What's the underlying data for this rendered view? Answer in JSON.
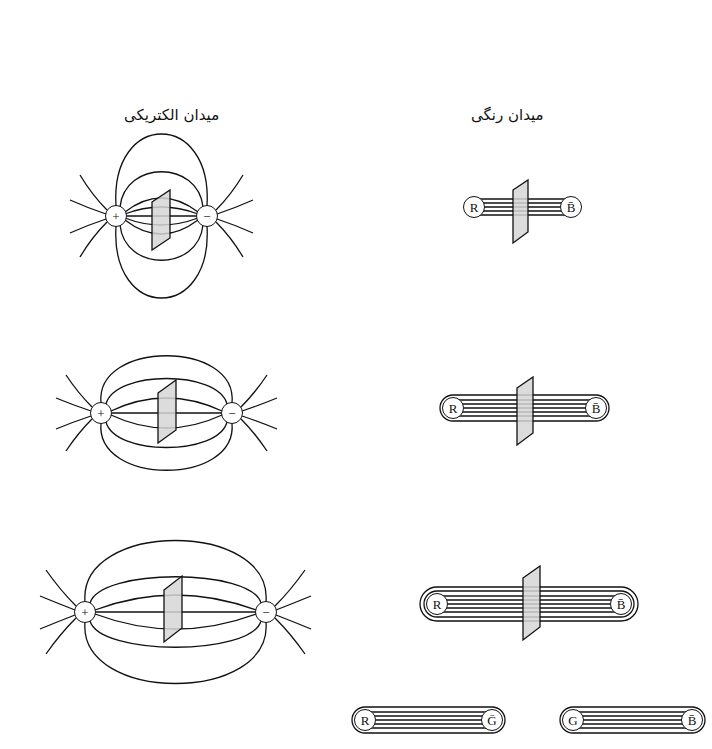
{
  "diagram": {
    "nodes": [
      {
        "text": [
          "+"
        ]
      },
      {
        "text": [
          "−"
        ]
      },
      {
        "text": [
          "R"
        ]
      },
      {
        "text": [
          "B̄"
        ]
      },
      {
        "text": [
          "+"
        ]
      },
      {
        "text": [
          "−"
        ]
      },
      {
        "text": [
          "R"
        ]
      },
      {
        "text": [
          "B̄"
        ]
      },
      {
        "text": [
          "+"
        ]
      },
      {
        "text": [
          "−"
        ]
      },
      {
        "text": [
          "R"
        ]
      },
      {
        "text": [
          "B̄"
        ]
      },
      {
        "text": [
          "R"
        ]
      },
      {
        "text": [
          "Ḡ"
        ]
      },
      {
        "text": [
          "G"
        ]
      },
      {
        "text": [
          "B̄"
        ]
      }
    ],
    "edges": [
      {
        "from": 0,
        "to": 1,
        "arrow": "none"
      },
      {
        "from": 2,
        "to": 3,
        "arrow": "none"
      },
      {
        "from": 4,
        "to": 5,
        "arrow": "none"
      },
      {
        "from": 6,
        "to": 7,
        "arrow": "none"
      },
      {
        "from": 8,
        "to": 9,
        "arrow": "none"
      },
      {
        "from": 10,
        "to": 11,
        "arrow": "none"
      },
      {
        "from": 12,
        "to": 13,
        "arrow": "none"
      },
      {
        "from": 14,
        "to": 15,
        "arrow": "none"
      }
    ],
    "labels": [
      "میدان الکتریکی",
      "میدان رنگی"
    ]
  }
}
